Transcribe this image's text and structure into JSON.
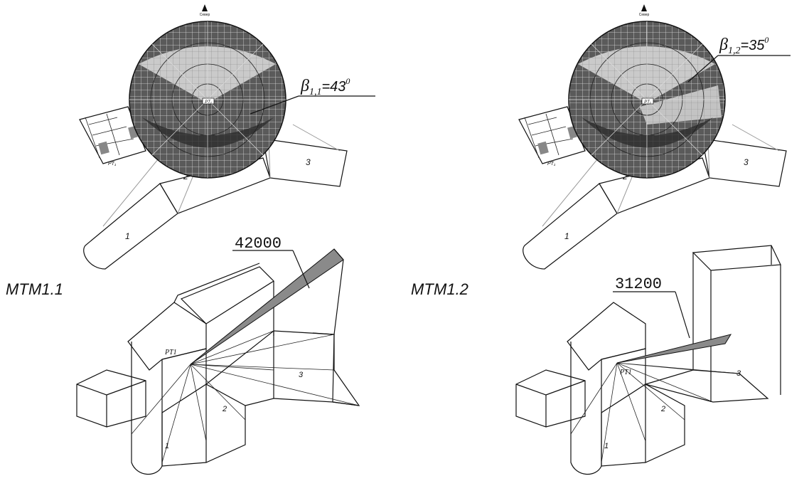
{
  "panels": [
    {
      "id": "left",
      "compass": "Север",
      "angle_symbol": "β",
      "angle_subscript": "1,1",
      "angle_value": "=43",
      "angle_degree": "0",
      "model_label": "МТМ1.1",
      "height_value": "42000",
      "point_label": "PT1",
      "plan_point_label": "PT₁",
      "zones": [
        "1",
        "2",
        "3"
      ]
    },
    {
      "id": "right",
      "compass": "Север",
      "angle_symbol": "β",
      "angle_subscript": "1,2",
      "angle_value": "=35",
      "angle_degree": "0",
      "model_label": "МТМ1.2",
      "height_value": "31200",
      "point_label": "PT1",
      "plan_point_label": "PT₁",
      "zones": [
        "1",
        "2",
        "3"
      ]
    }
  ],
  "colors": {
    "sphere_dark": "#3a3a3a",
    "sphere_light": "#cfcfcf",
    "roof_fill": "#e6e6e6",
    "wedge_fill": "#8a8a8a"
  }
}
